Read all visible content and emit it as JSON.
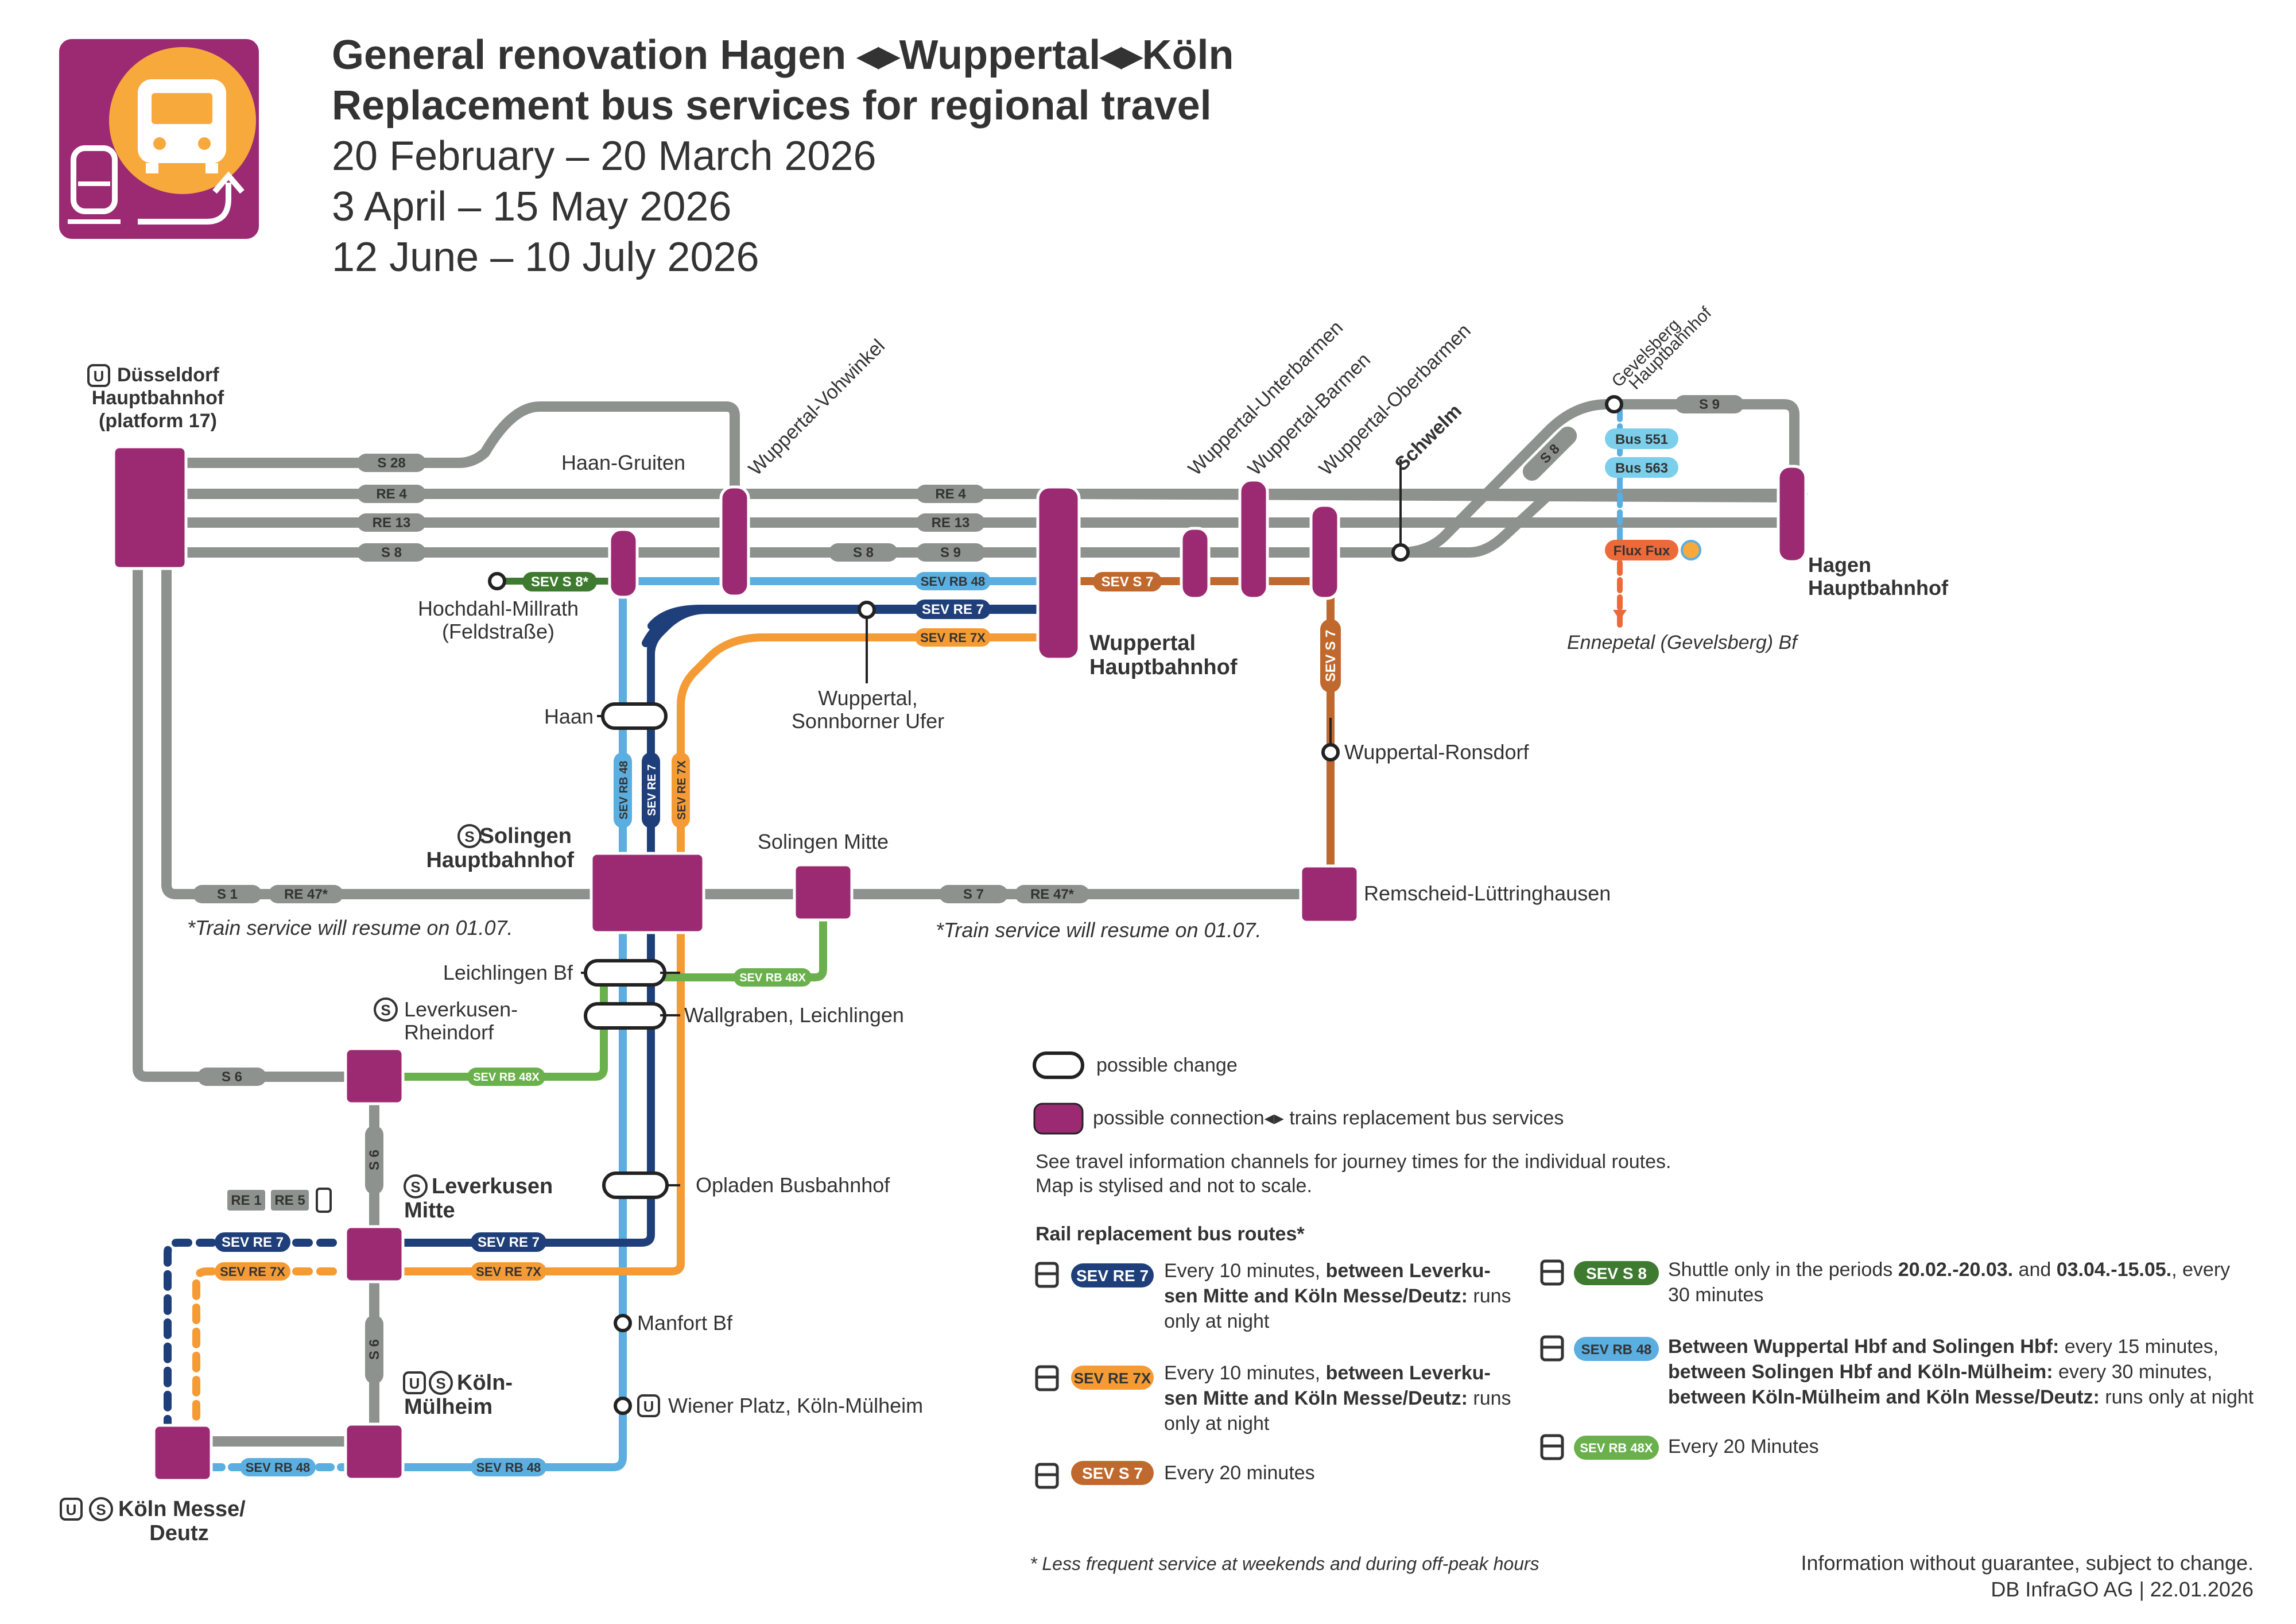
{
  "header": {
    "title_line1": "General renovation Hagen ◂▸Wuppertal◂▸Köln",
    "title_line2": "Replacement bus services for regional travel",
    "period1": "20 February – 20 March 2026",
    "period2": "3 April – 15 May 2026",
    "period3": "12 June – 10 July 2026"
  },
  "colors": {
    "magenta": "#9b2a72",
    "grey": "#8d928f",
    "dark_blue": "#1f3f7a",
    "light_blue": "#5aaee0",
    "orange": "#f59b35",
    "brown": "#c0692e",
    "green": "#6ab04c",
    "dark_green": "#3e7a2f",
    "flux_orange": "#ec6a3a",
    "bus_cyan": "#7ccfea",
    "logo_yellow": "#f8a93b"
  },
  "stations": {
    "duesseldorf": [
      "Düsseldorf",
      "Hauptbahnhof",
      "(platform 17)"
    ],
    "haan_gruiten": "Haan-Gruiten",
    "vohwinkel": "Wuppertal-Vohwinkel",
    "unterbarmen": "Wuppertal-Unterbarmen",
    "barmen": "Wuppertal-Barmen",
    "oberbarmen": "Wuppertal-Oberbarmen",
    "schwelm": "Schwelm",
    "gevelsberg": [
      "Gevelsberg",
      "Hauptbahnhof"
    ],
    "hagen": [
      "Hagen",
      "Hauptbahnhof"
    ],
    "hochdahl": [
      "Hochdahl-Millrath",
      "(Feldstraße)"
    ],
    "wuppertal_hbf": [
      "Wuppertal",
      "Hauptbahnhof"
    ],
    "sonnborn": [
      "Wuppertal,",
      "Sonnborner Ufer"
    ],
    "haan": "Haan",
    "ronsdorf": "Wuppertal-Ronsdorf",
    "solingen_hbf": [
      "Solingen",
      "Hauptbahnhof"
    ],
    "solingen_mitte": "Solingen Mitte",
    "luettringhausen": "Remscheid-Lüttringhausen",
    "leichlingen": "Leichlingen Bf",
    "wallgraben": "Wallgraben, Leichlingen",
    "rheindorf": [
      "Leverkusen-",
      "Rheindorf"
    ],
    "lev_mitte": [
      "Leverkusen",
      "Mitte"
    ],
    "opladen": "Opladen Busbahnhof",
    "manfort": "Manfort Bf",
    "wiener_platz": "Wiener Platz, Köln-Mülheim",
    "koeln_muelheim": [
      "Köln-",
      "Mülheim"
    ],
    "koeln_messe": [
      "Köln Messe/",
      "Deutz"
    ],
    "ennepetal": "Ennepetal (Gevelsberg) Bf"
  },
  "line_labels": {
    "s28": "S 28",
    "re4": "RE 4",
    "re13": "RE 13",
    "s8": "S 8",
    "s9": "S 9",
    "s1": "S 1",
    "re47": "RE 47*",
    "s7": "S 7",
    "s6": "S 6",
    "re1": "RE 1",
    "re5": "RE 5",
    "sev_s8": "SEV S 8*",
    "sev_rb48": "SEV RB 48",
    "sev_re7": "SEV RE 7",
    "sev_re7x": "SEV RE 7X",
    "sev_s7": "SEV S 7",
    "sev_rb48x": "SEV RB 48X",
    "bus551": "Bus 551",
    "bus563": "Bus 563",
    "flux": "Flux Fux",
    "sym_s": "S",
    "sym_u": "U"
  },
  "notes": {
    "resume_left": "*Train service will resume on 01.07.",
    "resume_right": "*Train service will resume on 01.07.",
    "footnote": "* Less frequent service at weekends and during off-peak hours",
    "disclaimer": "Information without guarantee, subject to change.",
    "credit": "DB InfraGO AG | 22.01.2026"
  },
  "legend": {
    "possible_change": "possible change",
    "possible_connection": "possible connection◂▸ trains replacement bus services",
    "info1": "See travel information channels for journey times for the individual routes.",
    "info2": "Map is stylised and not to scale.",
    "routes_title": "Rail replacement bus routes*",
    "re7": {
      "badge": "SEV RE 7",
      "lines": [
        [
          {
            "t": "Every 10 minutes, ",
            "b": false
          },
          {
            "t": "between Leverku-",
            "b": true
          }
        ],
        [
          {
            "t": "sen Mitte and Köln Messe/Deutz:",
            "b": true
          },
          {
            "t": " runs",
            "b": false
          }
        ],
        [
          {
            "t": "only at night",
            "b": false
          }
        ]
      ]
    },
    "re7x": {
      "badge": "SEV RE 7X",
      "lines": [
        [
          {
            "t": "Every 10 minutes, ",
            "b": false
          },
          {
            "t": "between Leverku-",
            "b": true
          }
        ],
        [
          {
            "t": "sen Mitte and Köln Messe/Deutz:",
            "b": true
          },
          {
            "t": " runs",
            "b": false
          }
        ],
        [
          {
            "t": "only at night",
            "b": false
          }
        ]
      ]
    },
    "s7": {
      "badge": "SEV S 7",
      "lines": [
        [
          {
            "t": "Every 20 minutes",
            "b": false
          }
        ]
      ]
    },
    "s8": {
      "badge": "SEV S 8",
      "lines": [
        [
          {
            "t": "Shuttle only in the periods ",
            "b": false
          },
          {
            "t": "20.02.-20.03.",
            "b": true
          },
          {
            "t": " and ",
            "b": false
          },
          {
            "t": "03.04.-15.05.",
            "b": true
          },
          {
            "t": ", every",
            "b": false
          }
        ],
        [
          {
            "t": "30 minutes",
            "b": false
          }
        ]
      ]
    },
    "rb48": {
      "badge": "SEV RB 48",
      "lines": [
        [
          {
            "t": "Between Wuppertal Hbf and Solingen Hbf:",
            "b": true
          },
          {
            "t": " every 15 minutes,",
            "b": false
          }
        ],
        [
          {
            "t": "between Solingen Hbf and Köln-Mülheim:",
            "b": true
          },
          {
            "t": " every 30 minutes,",
            "b": false
          }
        ],
        [
          {
            "t": "between Köln-Mülheim and Köln Messe/Deutz:",
            "b": true
          },
          {
            "t": " runs only at night",
            "b": false
          }
        ]
      ]
    },
    "rb48x": {
      "badge": "SEV RB 48X",
      "lines": [
        [
          {
            "t": "Every 20 Minutes",
            "b": false
          }
        ]
      ]
    }
  }
}
